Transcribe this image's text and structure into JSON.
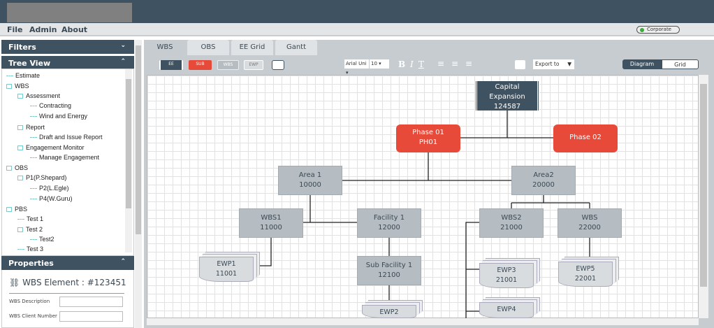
{
  "menu": {
    "items": [
      "File",
      "Admin",
      "About"
    ],
    "account": "Corporate"
  },
  "sidebar": {
    "filters": "Filters",
    "tree_view": "Tree View",
    "tree": [
      "Estimate",
      "WBS",
      "Assessment",
      "Contracting",
      "Wind and Energy",
      "Report",
      "Draft and Issue Report",
      "Engagement Monitor",
      "Manage Engagement",
      "OBS",
      "P1(P.Shepard)",
      "P2(L.Egle)",
      "P4(W.Guru)",
      "PBS",
      "Test 1",
      "Test 2",
      "Test2",
      "Test 3"
    ],
    "properties": {
      "title": "Properties",
      "element": "WBS Element : #123451",
      "fields": [
        "WBS Description",
        "WBS Client Number"
      ]
    }
  },
  "tabs": [
    "WBS",
    "OBS",
    "EE Grid",
    "Gantt"
  ],
  "toolbar": {
    "ee": "EE",
    "sub": "SUB",
    "wbs": "WBS",
    "ewp": "EWP",
    "font": "Arial Uni",
    "size": "10",
    "bold": "B",
    "italic": "I",
    "underline": "T",
    "export": "Export to",
    "diagram": "Diagram",
    "grid": "Grid"
  },
  "colors": {
    "header": "#3f5261",
    "accent": "#e84a3a",
    "node": "#b5bcc2"
  },
  "diagram": {
    "root": {
      "name": "Capital Expansion",
      "code": "124587"
    },
    "phase1": {
      "name": "Phase 01",
      "code": "PH01"
    },
    "phase2": {
      "name": "Phase 02"
    },
    "area1": {
      "name": "Area 1",
      "code": "10000"
    },
    "area2": {
      "name": "Area2",
      "code": "20000"
    },
    "wbs1": {
      "name": "WBS1",
      "code": "11000"
    },
    "facility1": {
      "name": "Facility 1",
      "code": "12000"
    },
    "wbs2": {
      "name": "WBS2",
      "code": "21000"
    },
    "wbs22": {
      "name": "WBS",
      "code": "22000"
    },
    "subfacility1": {
      "name": "Sub Facility 1",
      "code": "12100"
    },
    "ewp1": {
      "name": "EWP1",
      "code": "11001"
    },
    "ewp2": {
      "name": "EWP2"
    },
    "ewp3": {
      "name": "EWP3",
      "code": "21001"
    },
    "ewp4": {
      "name": "EWP4"
    },
    "ewp5": {
      "name": "EWP5",
      "code": "22001"
    }
  }
}
